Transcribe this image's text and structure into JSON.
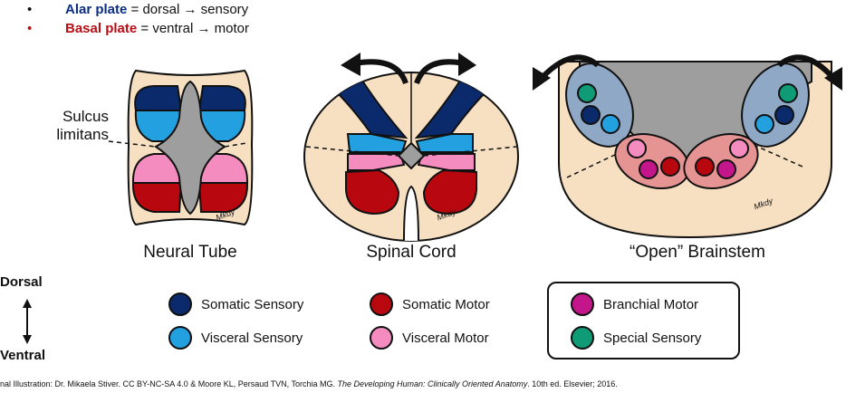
{
  "bullets": [
    {
      "marker": "•",
      "term": "Alar plate",
      "rest": " = dorsal → sensory",
      "color": "#0b2d82"
    },
    {
      "marker": "•",
      "term": "Basal plate",
      "rest": " = ventral → motor",
      "color": "#b80d12"
    }
  ],
  "sulcus_label": {
    "line1": "Sulcus",
    "line2": "limitans"
  },
  "captions": {
    "neural_tube": "Neural Tube",
    "spinal_cord": "Spinal Cord",
    "brainstem": "“Open” Brainstem"
  },
  "signature": "Mkdy",
  "axis": {
    "top": "Dorsal",
    "bottom": "Ventral"
  },
  "legend": [
    {
      "label": "Somatic Sensory",
      "color": "#0b2a6b"
    },
    {
      "label": "Visceral Sensory",
      "color": "#22a0e0"
    },
    {
      "label": "Somatic Motor",
      "color": "#b8070f"
    },
    {
      "label": "Visceral Motor",
      "color": "#f48cc0"
    },
    {
      "label": "Branchial Motor",
      "color": "#c2168a"
    },
    {
      "label": "Special Sensory",
      "color": "#0f9b75"
    }
  ],
  "colors": {
    "tissue": "#f7e0c2",
    "lumen": "#9e9e9e",
    "alar_region": "#8ea8c6",
    "basal_region": "#e69493",
    "outline": "#111111"
  },
  "credit": {
    "lead": "nal Illustration: Dr. Mikaela Stiver. CC BY-NC-SA 4.0 & Moore KL, Persaud TVN, Torchia MG. ",
    "book": "The Developing Human: Clinically Oriented Anatomy",
    "tail": ". 10th ed. Elsevier; 2016."
  }
}
